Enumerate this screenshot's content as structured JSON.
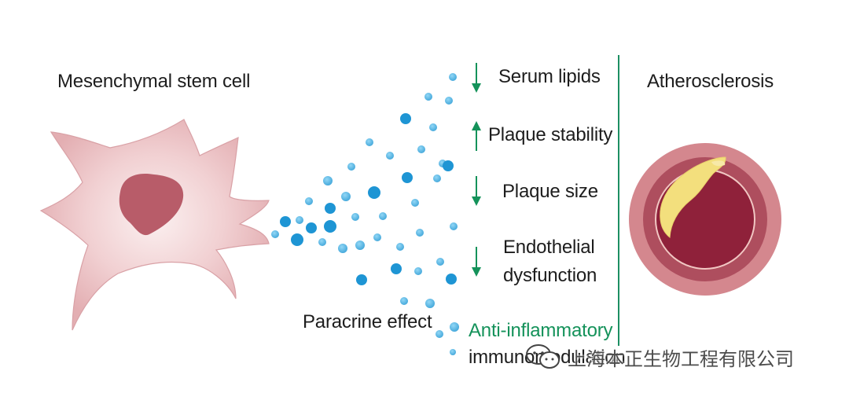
{
  "cell_label": "Mesenchymal stem cell",
  "paracrine_label": "Paracrine effect",
  "disease_label": "Atherosclerosis",
  "effects": [
    {
      "lines": [
        "Serum lipids"
      ],
      "direction": "down"
    },
    {
      "lines": [
        "Plaque stability"
      ],
      "direction": "up"
    },
    {
      "lines": [
        "Plaque size"
      ],
      "direction": "down"
    },
    {
      "lines": [
        "Endothelial",
        "dysfunction"
      ],
      "direction": "down"
    }
  ],
  "anti_inflammatory": "Anti-inflammatory",
  "immunomodulation": "immunomodulation",
  "watermark_text": "上海本正生物工程有限公司",
  "colors": {
    "cell_fill": "#e9b9bd",
    "cell_center": "#f9ecec",
    "nucleus": "#b95c69",
    "vesicle": "#1f9ad6",
    "arrow_green": "#14925a",
    "divider_green": "#1d8f63",
    "artery_outer": "#d1878e",
    "artery_mid": "#ac4a5a",
    "artery_inner_wall": "#f1c6c2",
    "plaque": "#f2df7c",
    "lumen_blood": "#8e2039"
  }
}
